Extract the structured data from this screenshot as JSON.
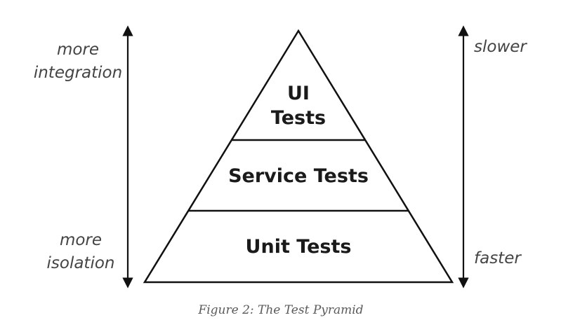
{
  "diagram": {
    "tiers": [
      {
        "lines": [
          "UI",
          "Tests"
        ]
      },
      {
        "lines": [
          "Service Tests"
        ]
      },
      {
        "lines": [
          "Unit Tests"
        ]
      }
    ],
    "left_axis": {
      "top_lines": [
        "more",
        "integration"
      ],
      "bottom_lines": [
        "more",
        "isolation"
      ]
    },
    "right_axis": {
      "top_label": "slower",
      "bottom_label": "faster"
    },
    "caption": "Figure 2: The Test Pyramid"
  }
}
